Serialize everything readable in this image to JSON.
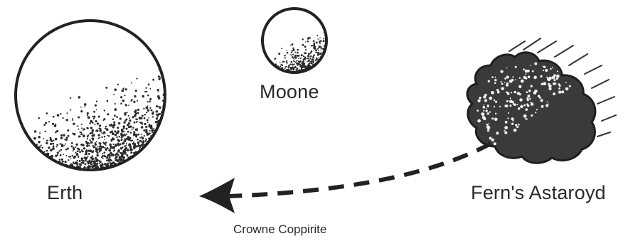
{
  "labels": {
    "earth": "Erth",
    "moon": "Moone",
    "asteroid": "Fern's Astaroyd",
    "copyright": "Crowne Coppirite"
  },
  "colors": {
    "ink": "#222222",
    "stipple": "#2b2b2b",
    "background": "#ffffff"
  },
  "icons": {
    "earth": "earth-sphere-icon",
    "moon": "moon-sphere-icon",
    "asteroid": "asteroid-rock-icon",
    "trajectory": "dashed-arrow-icon"
  }
}
